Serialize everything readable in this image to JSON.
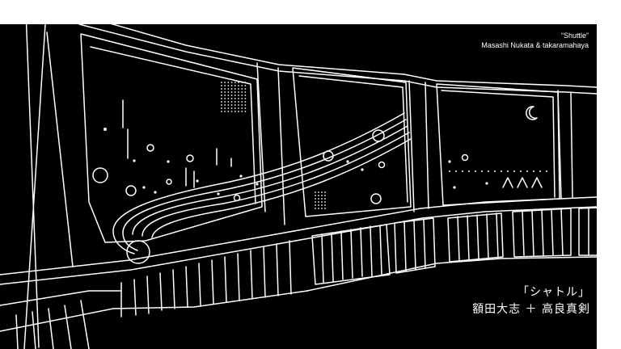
{
  "credits_en": {
    "title": "“Shuttle”",
    "authors": "Masashi Nukata & takaramahaya"
  },
  "credits_jp": {
    "title": "「シャトル」",
    "authors": "額田大志 ＋ 高良真剣"
  },
  "colors": {
    "background": "#ffffff",
    "panel": "#000000",
    "line": "#ffffff"
  }
}
